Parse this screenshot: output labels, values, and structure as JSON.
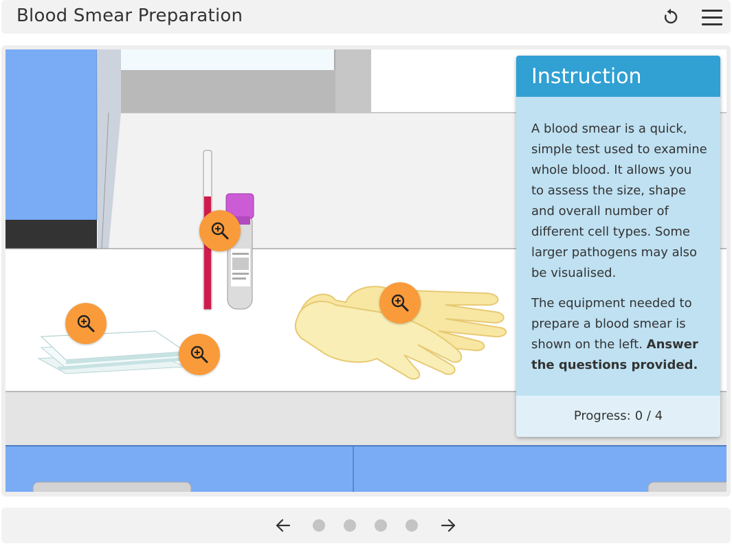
{
  "header": {
    "title": "Blood Smear Preparation",
    "reset_icon": "reset-icon",
    "menu_icon": "hamburger-menu-icon"
  },
  "scene": {
    "hotspots": [
      {
        "name": "pipette-hotspot",
        "icon": "zoom-in-icon"
      },
      {
        "name": "slides-hotspot",
        "icon": "zoom-in-icon"
      },
      {
        "name": "slides-spreader-hotspot",
        "icon": "zoom-in-icon"
      },
      {
        "name": "gloves-hotspot",
        "icon": "zoom-in-icon"
      }
    ],
    "colors": {
      "hotspot": "#f99b3a",
      "cabinet_blue": "#7aabf5",
      "tube_cap": "#cc5bd6",
      "pipette_red": "#d01a4e",
      "glove": "#f7e7a3"
    }
  },
  "instruction": {
    "title": "Instruction",
    "paragraph1": "A blood smear is a quick, simple test used to examine whole blood. It allows you to assess the size, shape and overall number of different cell types. Some larger pathogens may also be visualised.",
    "paragraph2_start": "The equipment needed to prepare a blood smear is shown on the left. ",
    "paragraph2_bold": "Answer the questions provided.",
    "progress_label": "Progress:",
    "progress_value": "0 / 4",
    "colors": {
      "header": "#31a0d3",
      "body": "#bfe1f2",
      "footer": "#e1f0f8"
    }
  },
  "navigation": {
    "prev_icon": "arrow-left-icon",
    "next_icon": "arrow-right-icon",
    "pages": 4,
    "current_page": 0
  }
}
